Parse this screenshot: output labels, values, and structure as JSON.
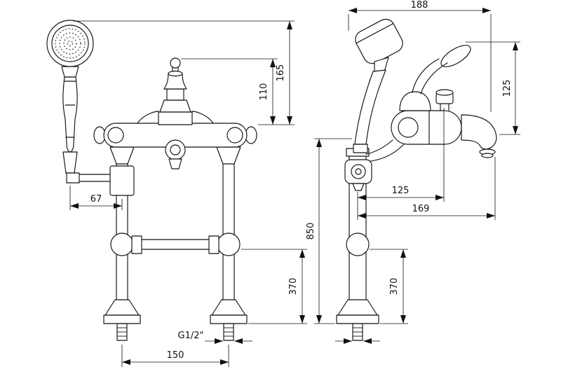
{
  "colors": {
    "ink": "#111111",
    "background": "#ffffff"
  },
  "dims": {
    "d188": "188",
    "d165": "165",
    "d110": "110",
    "d125v": "125",
    "d67": "67",
    "d125h": "125",
    "d169": "169",
    "d850": "850",
    "d370l": "370",
    "d370r": "370",
    "thread": "G1/2\"",
    "d150": "150"
  }
}
